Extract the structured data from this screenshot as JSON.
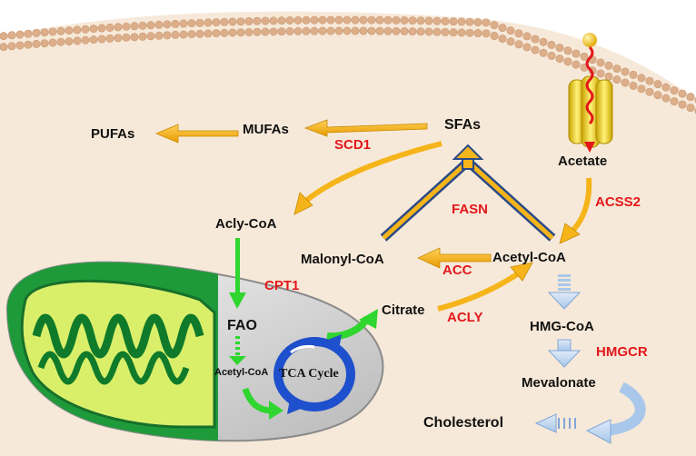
{
  "metabolites": {
    "pufas": "PUFAs",
    "mufas": "MUFAs",
    "sfas": "SFAs",
    "acetate": "Acetate",
    "acyl_coa": "Acly-CoA",
    "malonyl_coa": "Malonyl-CoA",
    "acetyl_coa": "Acetyl-CoA",
    "citrate": "Citrate",
    "hmg_coa": "HMG-CoA",
    "mevalonate": "Mevalonate",
    "cholesterol": "Cholesterol",
    "fao": "FAO",
    "mito_acetyl_coa": "Acetyl-CoA",
    "tca_cycle": "TCA Cycle"
  },
  "enzymes": {
    "scd1": "SCD1",
    "fasn": "FASN",
    "acss2": "ACSS2",
    "acc": "ACC",
    "cpt1": "CPT1",
    "acly": "ACLY",
    "hmgcr": "HMGCR"
  },
  "colors": {
    "cytoplasm": "#f7e9d9",
    "membrane": "#dcae8a",
    "enzyme_text": "#e3171b",
    "orange_arrow": "#f5b51a",
    "green_arrow": "#2fd62f",
    "blue_arrow": "#a9c7ea",
    "tca_blue": "#1e4fcc",
    "mito_green": "#1f9a3a",
    "mito_inner": "#d9ef6a"
  }
}
